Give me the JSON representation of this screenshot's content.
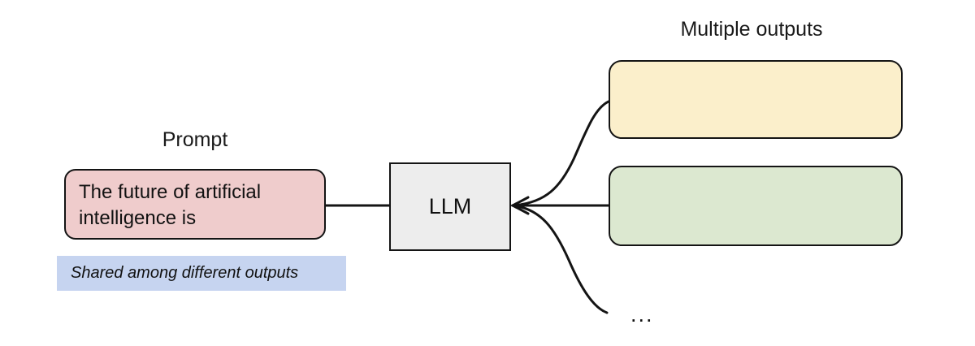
{
  "diagram": {
    "title": "LLM generating multiple outputs from a shared prompt",
    "background_color": "#ffffff",
    "stroke_color": "#141414"
  },
  "labels": {
    "prompt": "Prompt",
    "multiple_outputs": "Multiple outputs"
  },
  "prompt_node": {
    "text": "The future of artificial\nintelligence is",
    "fill_color": "#EFCCCC"
  },
  "shared_note": {
    "text": "Shared among different outputs",
    "fill_color": "#C6D4F0"
  },
  "model_node": {
    "label": "LLM",
    "fill_color": "#EDEDED"
  },
  "outputs": [
    {
      "name": "output-1",
      "text": "",
      "fill_color": "#FBEFCB"
    },
    {
      "name": "output-2",
      "text": "",
      "fill_color": "#DCE8D0"
    }
  ],
  "more_outputs_indicator": "...",
  "edges": {
    "prompt_to_llm": "straight",
    "llm_to_output_1": "curve-up",
    "llm_to_output_2": "straight",
    "llm_to_more": "curve-down"
  }
}
